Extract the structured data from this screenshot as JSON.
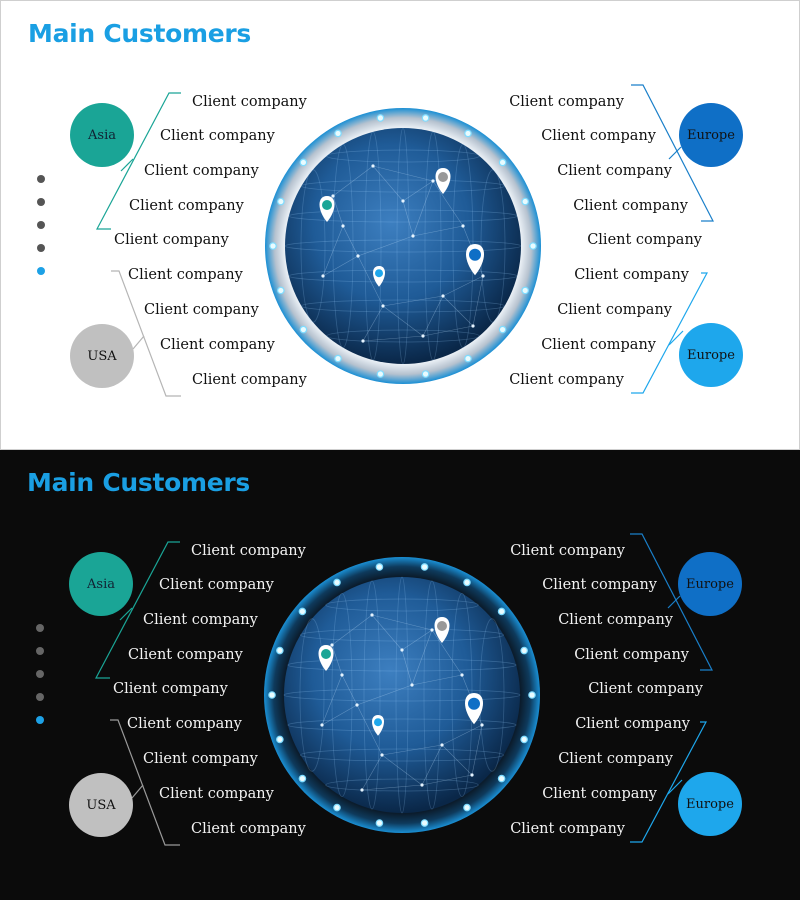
{
  "title": "Main Customers",
  "regions": {
    "asia": {
      "label": "Asia",
      "color": "#1aa596"
    },
    "usa": {
      "label": "USA",
      "color": "#c0c0c0"
    },
    "europe_top": {
      "label": "Europe",
      "color": "#0f6fc6"
    },
    "europe_bottom": {
      "label": "Europe",
      "color": "#1ea7ec"
    }
  },
  "left_clients": [
    "Client company",
    "Client company",
    "Client company",
    "Client company",
    "Client company",
    "Client company",
    "Client company",
    "Client company",
    "Client company"
  ],
  "right_clients": [
    "Client company",
    "Client company",
    "Client company",
    "Client company",
    "Client company",
    "Client company",
    "Client company",
    "Client company",
    "Client company"
  ],
  "pagination": {
    "count": 5,
    "active": 5
  },
  "colors": {
    "accent": "#1a9fe3",
    "teal": "#1aa596",
    "gray": "#c0c0c0",
    "blue_dark": "#0f6fc6",
    "blue_light": "#1ea7ec"
  }
}
